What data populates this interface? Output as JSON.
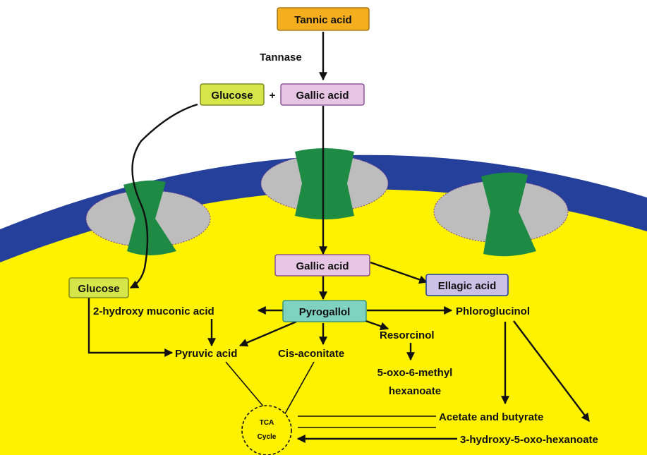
{
  "colors": {
    "membrane": "#24409b",
    "cytoplasm": "#fff200",
    "transporter": "#1e8a43",
    "transporter_lobe": "#bdbdbd",
    "tannic_box": "#f5ae1e",
    "glucose_box": "#d6e64a",
    "gallic_box": "#e6c6e4",
    "ellagic_box": "#cbc0e6",
    "pyrogallol_box": "#7fd1c0"
  },
  "nodes": {
    "tannic_acid": "Tannic acid",
    "tannase": "Tannase",
    "glucose_out": "Glucose",
    "plus": "+",
    "gallic_acid_out": "Gallic acid",
    "gallic_acid_in": "Gallic acid",
    "ellagic_acid": "Ellagic acid",
    "glucose_in": "Glucose",
    "hydroxy_muconic": "2-hydroxy muconic acid",
    "pyrogallol": "Pyrogallol",
    "phloroglucinol": "Phloroglucinol",
    "resorcinol": "Resorcinol",
    "pyruvic_acid": "Pyruvic acid",
    "cis_aconitate": "Cis-aconitate",
    "oxo_methyl_1": "5-oxo-6-methyl",
    "oxo_methyl_2": "hexanoate",
    "tca_1": "TCA",
    "tca_2": "Cycle",
    "acetate_butyrate": "Acetate and butyrate",
    "hydroxy_oxo_hexanoate": "3-hydroxy-5-oxo-hexanoate"
  }
}
